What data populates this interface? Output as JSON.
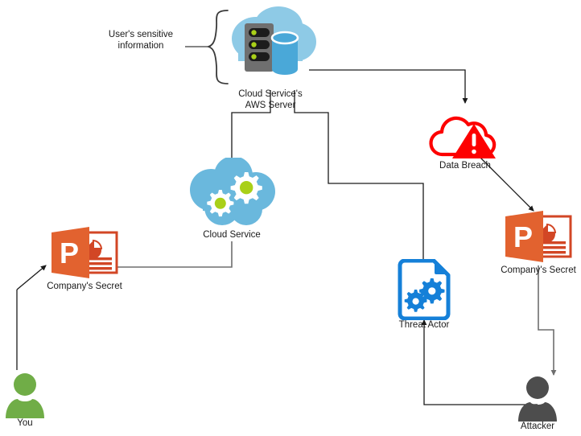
{
  "diagram": {
    "title": "Cloud service data breach attack flow",
    "background": "#ffffff",
    "colors": {
      "cloud_blue": "#6ab8dd",
      "cloud_blue_light": "#8ecae6",
      "server_gray": "#6f6f6f",
      "server_dark": "#1c1c1c",
      "led_green": "#a9d018",
      "db_blue": "#4aa8d8",
      "breach_red": "#fd0000",
      "ppt_orange": "#d24625",
      "ppt_orange_dark": "#e2622f",
      "threat_blue": "#1580d8",
      "user_green": "#70ad47",
      "attacker_gray": "#4d4d4d",
      "line": "#1a1a1a",
      "line_gray": "#6e6e6e",
      "text": "#1a1a1a"
    },
    "annotation": {
      "brace_label": "User's sensitive\ninformation",
      "brace_name": "curly-brace"
    },
    "nodes": [
      {
        "id": "aws-server",
        "label": "Cloud Service's\nAWS Server",
        "icon": "cloud-server-database-icon"
      },
      {
        "id": "data-breach",
        "label": "Data Breach",
        "icon": "red-cloud-warning-icon"
      },
      {
        "id": "cloud-service",
        "label": "Cloud Service",
        "icon": "blue-cloud-gears-icon"
      },
      {
        "id": "company-secret-1",
        "label": "Company's Secret",
        "icon": "powerpoint-file-icon"
      },
      {
        "id": "company-secret-2",
        "label": "Company's Secret",
        "icon": "powerpoint-file-icon"
      },
      {
        "id": "threat-actor",
        "label": "Threat Actor",
        "icon": "document-gears-icon"
      },
      {
        "id": "you",
        "label": "You",
        "icon": "person-green-icon"
      },
      {
        "id": "attacker",
        "label": "Attacker",
        "icon": "person-dark-icon"
      }
    ],
    "connectors": [
      {
        "id": "you-to-secret",
        "from": "you",
        "to": "company-secret-1",
        "arrow": true
      },
      {
        "id": "secret-to-cloud-service",
        "from": "company-secret-1",
        "to": "cloud-service",
        "arrow": false
      },
      {
        "id": "cloud-service-to-aws",
        "from": "cloud-service",
        "to": "aws-server",
        "arrow": false
      },
      {
        "id": "aws-to-data-breach",
        "from": "aws-server",
        "to": "data-breach",
        "arrow": true
      },
      {
        "id": "aws-to-threat-actor",
        "from": "aws-server",
        "to": "threat-actor",
        "arrow": false
      },
      {
        "id": "breach-to-secret",
        "from": "data-breach",
        "to": "company-secret-2",
        "arrow": true
      },
      {
        "id": "secret-to-attacker",
        "from": "company-secret-2",
        "to": "attacker",
        "arrow": true
      },
      {
        "id": "attacker-to-threat-actor",
        "from": "attacker",
        "to": "threat-actor",
        "arrow": true
      }
    ]
  }
}
